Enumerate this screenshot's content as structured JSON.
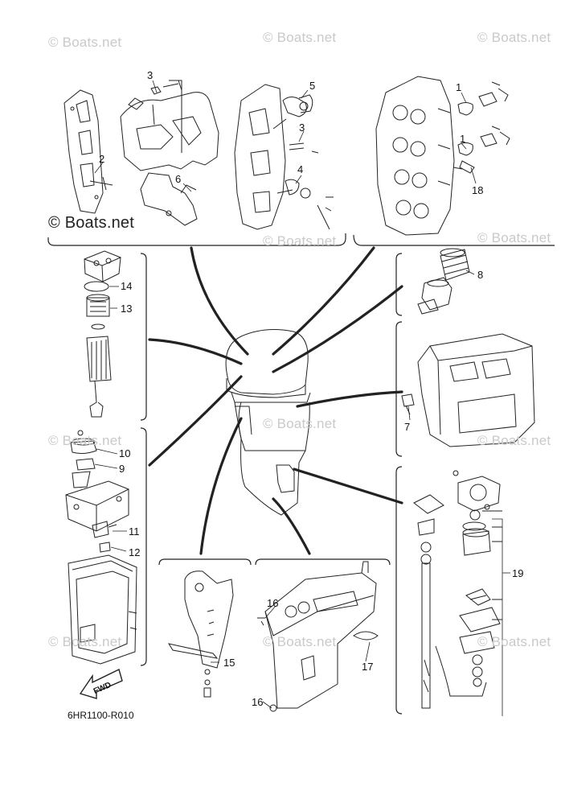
{
  "watermarks": {
    "text": "© Boats.net",
    "prominent": "© Boats.net"
  },
  "diagram_code": "6HR1100-R010",
  "fwd_label": "FWD",
  "callouts": {
    "c1a": "1",
    "c1b": "1",
    "c2": "2",
    "c3a": "3",
    "c3b": "3",
    "c4": "4",
    "c5": "5",
    "c6": "6",
    "c7": "7",
    "c8": "8",
    "c9": "9",
    "c10": "10",
    "c11": "11",
    "c12": "12",
    "c13": "13",
    "c14": "14",
    "c15": "15",
    "c16a": "16",
    "c16b": "16",
    "c17": "17",
    "c18": "18",
    "c19": "19"
  },
  "colors": {
    "line": "#111111",
    "watermark": "#c9c9c9",
    "fill": "#ffffff"
  }
}
